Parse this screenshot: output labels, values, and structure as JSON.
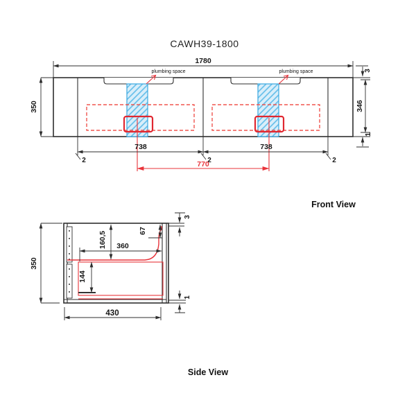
{
  "title": "CAWH39-1800",
  "views": {
    "front": {
      "label": "Front View",
      "plumbing_space_left": "plumbing space",
      "plumbing_space_right": "plumbing space",
      "dimensions": {
        "overall_width": "1780",
        "overall_height": "350",
        "top_edge_thickness": "3",
        "body_height": "346",
        "bottom_edge_thickness": "1",
        "left_drawer_width": "738",
        "right_drawer_width": "738",
        "gap_left": "2",
        "gap_middle": "2",
        "gap_right": "2",
        "plumbing_center_distance": "770"
      }
    },
    "side": {
      "label": "Side View",
      "dimensions": {
        "overall_height": "350",
        "overall_depth": "430",
        "top_edge_thickness": "3",
        "bottom_edge_thickness": "1",
        "top_to_basin_height": "160,5",
        "internal_depth": "360",
        "back_notch_height": "67",
        "drawer_internal_height": "144"
      }
    }
  },
  "colors": {
    "line": "#2e2e2e",
    "accent_red": "#e8333a",
    "hatch_fill": "#d9eefa",
    "hatch_line": "#5fbce9"
  }
}
